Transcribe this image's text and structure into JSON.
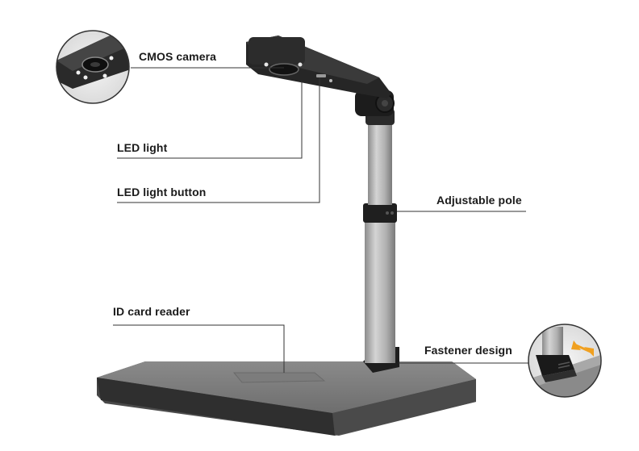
{
  "callouts": {
    "cmos_camera": "CMOS camera",
    "led_light": "LED light",
    "led_light_button": "LED light button",
    "adjustable_pole": "Adjustable pole",
    "id_card_reader": "ID card reader",
    "fastener_design": "Fastener design"
  },
  "colors": {
    "line": "#333333",
    "pole": "#a9a9a9",
    "base": "#707070",
    "arm": "#222222",
    "accent": "#f0a020"
  }
}
